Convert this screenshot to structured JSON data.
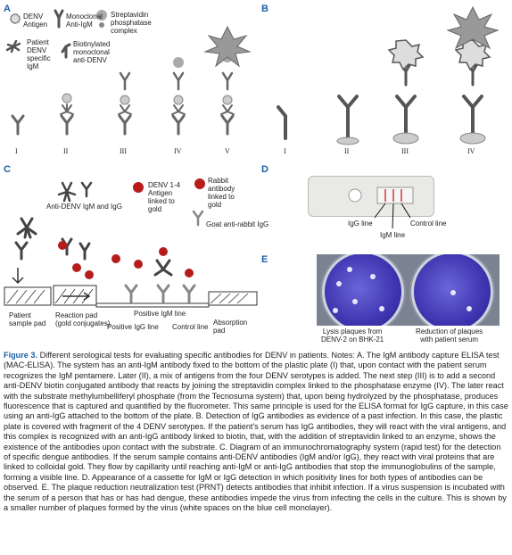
{
  "panels": {
    "a": {
      "letter": "A",
      "legend": {
        "denv_antigen": "DENV\nAntigen",
        "monoclonal_anti_igm": "Monoclonal\nAnti-IgM",
        "streptavidin": "Streptavidin\nphosphatase\ncomplex",
        "patient_igm": "Patient\nDENV\nspecific\nIgM",
        "biotinylated": "Biotinylated\nmonoclonal\nanti-DENV"
      },
      "steps": [
        "I",
        "II",
        "III",
        "IV",
        "V"
      ]
    },
    "b": {
      "letter": "B",
      "steps": [
        "I",
        "II",
        "III",
        "IV"
      ]
    },
    "c": {
      "letter": "C",
      "legend": {
        "anti_denv": "Anti-DENV IgM and IgG",
        "denv_antigen_gold": "DENV 1-4\nAntigen\nlinked to\ngold",
        "rabbit_antibody": "Rabbit\nantibody\nlinked to\ngold",
        "goat_antirabbit": "Goat anti-rabbit IgG"
      },
      "labels": {
        "patient_sample_pad": "Patient\nsample pad",
        "reaction_pad": "Reaction pad\n(gold conjugates)",
        "positive_igm": "Positive IgM line",
        "positive_igg": "Positive IgG line",
        "control": "Control line",
        "absorption": "Absorption\npad"
      }
    },
    "d": {
      "letter": "D",
      "labels": {
        "igg": "IgG line",
        "igm": "IgM line",
        "control": "Control line"
      }
    },
    "e": {
      "letter": "E",
      "labels": {
        "left": "Lysis plaques from\nDENV-2 on BHK-21",
        "right": "Reduction of plaques\nwith patient serum"
      }
    }
  },
  "caption": {
    "figure_label": "Figure 3.",
    "text": " Different serological tests for evaluating specific antibodies for DENV in patients. Notes: A. The IgM antibody capture ELISA test (MAC-ELISA). The system has an anti-IgM antibody fixed to the bottom of the plastic plate (I) that, upon contact with the patient serum recognizes the IgM pentamere. Later (II), a mix of antigens from the four DENV serotypes is added. The next step (III) is to add a second anti-DENV biotin conjugated antibody that reacts by joining the streptavidin complex linked to the phosphatase enzyme (IV). The later react with the substrate methylumbelliferyl phosphate (from the Tecnosuma system) that, upon being hydrolyzed by the phosphatase, produces fluorescence that is captured and quantified by the fluorometer. This same principle is used for the ELISA format for IgG capture, in this case using an anti-IgG attached to the bottom of the plate. B. Detection of IgG antibodies as evidence of a past infection. In this case, the plastic plate is covered with fragment of the 4 DENV serotypes. If the patient's serum has IgG antibodies, they will react with the viral antigens, and this complex is recognized with an anti-IgG antibody linked to biotin, that, with the addition of streptavidin linked to an enzyme, shows the existence of the antibodies upon contact with the substrate. C. Diagram of an immunochromatography system (rapid test) for the detection of specific dengue antibodies. If the serum sample contains anti-DENV antibodies (IgM and/or IgG), they react with viral proteins that are linked to colloidal gold. They flow by capillarity until reaching anti-IgM or anti-IgG antibodies that stop the immunoglobulins of the sample, forming a visible line. D. Appearance of a cassette for IgM or IgG detection in which positivity lines for both types of antibodies can be observed.  E. The plaque reduction neutralization test (PRNT) detects antibodies that inhibit infection. If a virus suspension is incubated with the serum of a person that has or has had dengue, these antibodies impede the virus from infecting the cells in the culture. This is shown by a smaller number of plaques formed by the virus (white spaces on the blue cell monolayer)."
  },
  "colors": {
    "accent": "#1a5fa6",
    "antibody": "#555555",
    "gold": "#c0392b"
  }
}
